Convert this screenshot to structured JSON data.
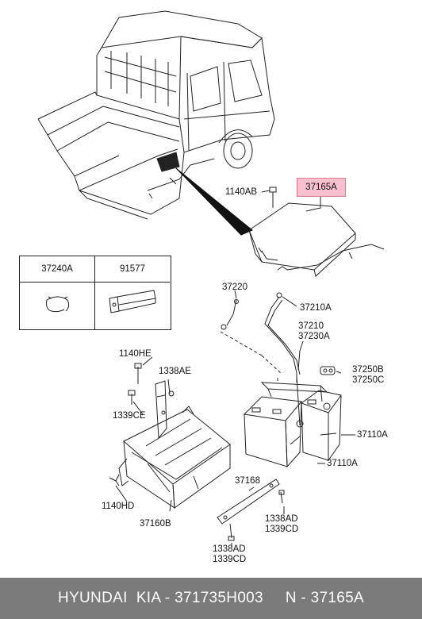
{
  "callouts": {
    "p1140AB": "1140AB",
    "p37165A": "37165A",
    "p37220": "37220",
    "p37210A": "37210A",
    "p37210": "37210",
    "p37230A": "37230A",
    "p37250B": "37250B",
    "p37250C": "37250C",
    "p1140HE": "1140HE",
    "p1338AE": "1338AE",
    "p1339CE": "1339CE",
    "p37110A_1": "37110A",
    "p37110A_2": "37110A",
    "p37168": "37168",
    "p1140HD": "1140HD",
    "p37160B": "37160B",
    "p1338AD_1": "1338AD",
    "p1339CD_1": "1339CD",
    "p1338AD_2": "1338AD",
    "p1339CD_2": "1339CD"
  },
  "legend": {
    "left_part": "37240A",
    "right_part": "91577"
  },
  "highlight_color": "#f7c0cc",
  "footer": {
    "brand": "HYUNDAI  KIA",
    "part_number": "371735H003",
    "ref": "N - 37165A",
    "background": "#7a7a7a"
  }
}
